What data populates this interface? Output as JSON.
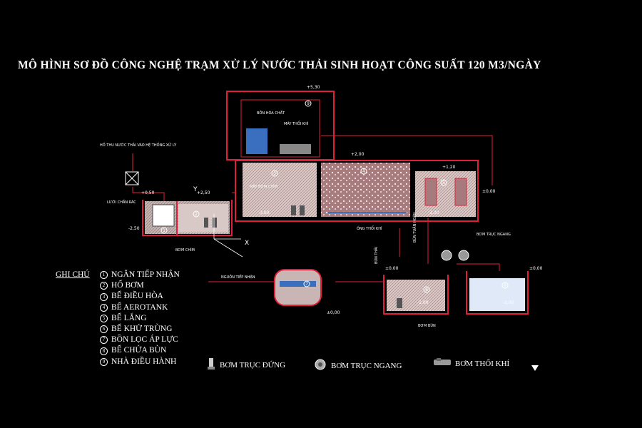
{
  "title": "MÔ HÌNH SƠ ĐỒ CÔNG NGHỆ TRẠM XỬ LÝ NƯỚC THẢI SINH HOẠT CÔNG SUẤT 120 M3/NGÀY",
  "legend": {
    "header": "GHI CHÚ",
    "items": [
      {
        "num": "1",
        "label": "NGĂN TIẾP NHẬN"
      },
      {
        "num": "2",
        "label": "HỐ BƠM"
      },
      {
        "num": "3",
        "label": "BỂ ĐIỀU HÒA"
      },
      {
        "num": "4",
        "label": "BỂ AEROTANK"
      },
      {
        "num": "5",
        "label": "BỂ LẮNG"
      },
      {
        "num": "6",
        "label": "BỂ KHỬ TRÙNG"
      },
      {
        "num": "7",
        "label": "BỒN LỌC ÁP LỰC"
      },
      {
        "num": "8",
        "label": "BỂ CHỨA BÙN"
      },
      {
        "num": "9",
        "label": "NHÀ ĐIỀU HÀNH"
      }
    ]
  },
  "symbols": {
    "vertical_pump": "BƠM TRỤC ĐỨNG",
    "horizontal_pump": "BƠM TRỤC NGANG",
    "blower": "BƠM THỔI KHÍ"
  },
  "labels": {
    "inlet": "HỐ THU NƯỚC THẢI VÀO HỆ THỐNG XỬ LÝ",
    "screen": "LƯỚI CHẮN RÁC",
    "outlet": "NGUỒN TIẾP NHẬN",
    "chem_tank": "BỒN HÓA CHẤT",
    "blower_room": "MÁY THỔI KHÍ",
    "pump_note": "MÁY BƠM CHÌM",
    "aeration_pipe": "ỐNG THỔI KHÍ",
    "sludge_pump": "BƠM BÙN",
    "submersible": "BƠM CHÌM",
    "horiz_pump_note": "BƠM TRỤC NGANG",
    "return_sludge": "BÙN TUẦN HOÀN",
    "waste_sludge": "BÙN THẢI"
  },
  "levels": {
    "roof": "+5,30",
    "tank_top": "+2,00",
    "settle_top": "+1,20",
    "inlet_top": "+0,50",
    "pump_top": "+2,50",
    "ground": "±0,00",
    "bottom_a": "-2,50",
    "bottom_b": "-3,00",
    "bottom_c": "-2,00"
  },
  "circle_nums": [
    "1",
    "2",
    "3",
    "4",
    "5",
    "6",
    "7",
    "8",
    "9"
  ],
  "axes": {
    "y": "Y",
    "x": "X"
  },
  "colors": {
    "background": "#000000",
    "structure": "#e0203a",
    "fill": "#c9b6b4",
    "water": "#3a6fbf"
  }
}
